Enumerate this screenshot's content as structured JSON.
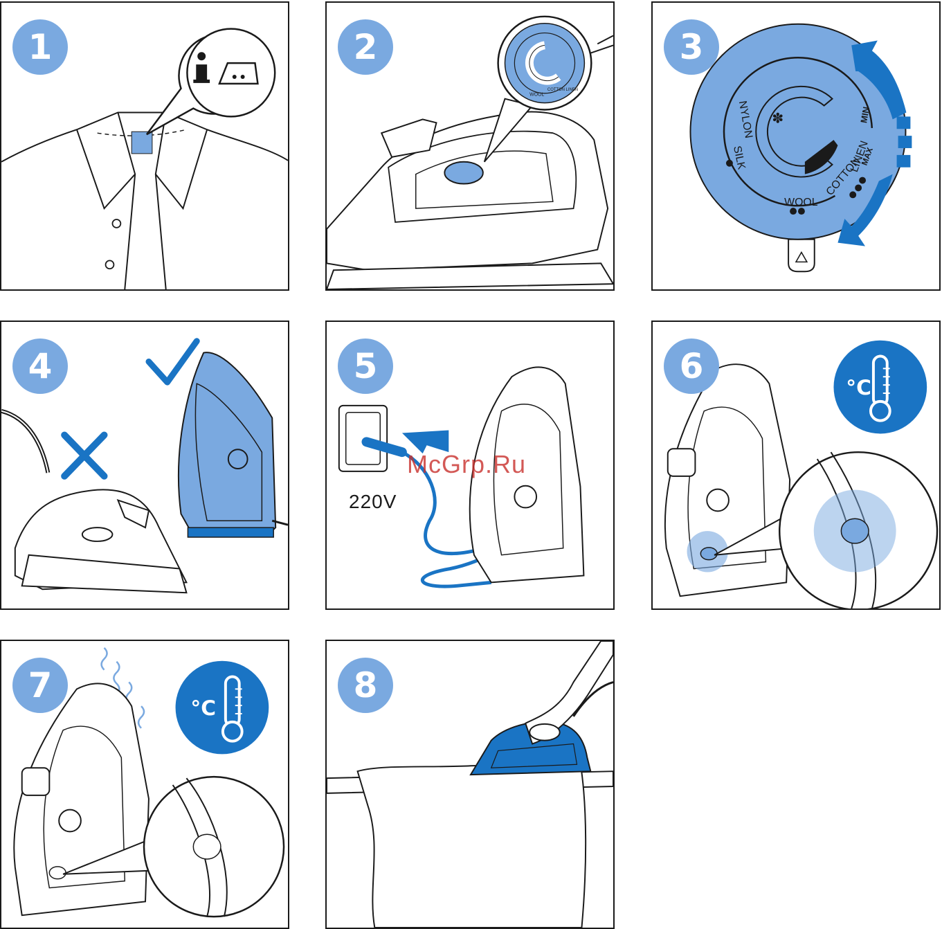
{
  "steps": [
    {
      "number": "1"
    },
    {
      "number": "2"
    },
    {
      "number": "3"
    },
    {
      "number": "4"
    },
    {
      "number": "5"
    },
    {
      "number": "6"
    },
    {
      "number": "7"
    },
    {
      "number": "8"
    }
  ],
  "dial": {
    "labels": [
      "NYLON",
      "SILK",
      "WOOL",
      "COTTON",
      "LINEN",
      "MAX",
      "MIN"
    ]
  },
  "step1": {
    "info_symbol": "i"
  },
  "step5": {
    "voltage": "220V"
  },
  "thermo": {
    "unit": "°C"
  },
  "watermark": "McGrp.Ru",
  "colors": {
    "accent_light": "#7aa9e0",
    "accent_dark": "#1a74c4",
    "outline": "#1a1a1a"
  },
  "icons": [
    "info-icon",
    "iron-care-icon",
    "check-icon",
    "cross-icon",
    "thermometer-icon",
    "steam-icon",
    "arrow-icon",
    "socket-icon"
  ]
}
